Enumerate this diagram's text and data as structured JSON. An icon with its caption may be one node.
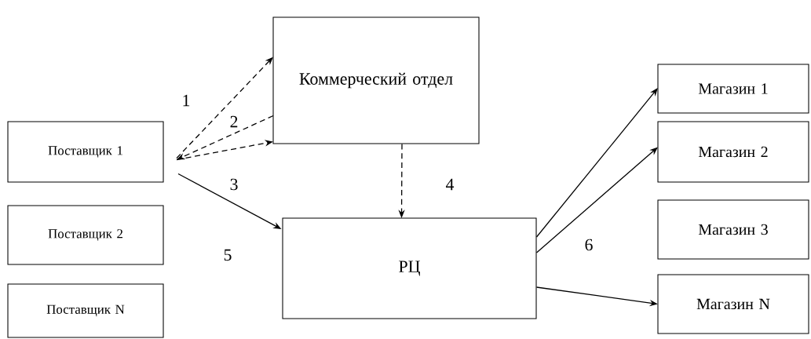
{
  "diagram": {
    "nodes": [
      {
        "text": [
          "Коммерческий отдел"
        ]
      },
      {
        "text": [
          "Поставщик 1"
        ]
      },
      {
        "text": [
          "Поставщик 2"
        ]
      },
      {
        "text": [
          "Поставщик N"
        ]
      },
      {
        "text": [
          "РЦ"
        ]
      },
      {
        "text": [
          "Магазин 1"
        ]
      },
      {
        "text": [
          "Магазин 2"
        ]
      },
      {
        "text": [
          "Магазин 3"
        ]
      },
      {
        "text": [
          "Магазин N"
        ]
      }
    ],
    "edges": [
      {
        "from": 1,
        "to": 0,
        "arrow": "to",
        "style": "dashed"
      },
      {
        "from": 0,
        "to": 1,
        "arrow": "to",
        "style": "dashed"
      },
      {
        "from": 1,
        "to": 0,
        "arrow": "to",
        "style": "dashed"
      },
      {
        "from": 0,
        "to": 4,
        "arrow": "to",
        "style": "dashed"
      },
      {
        "from": 1,
        "to": 4,
        "arrow": "to"
      },
      {
        "from": 4,
        "to": 5,
        "arrow": "to"
      },
      {
        "from": 4,
        "to": 6,
        "arrow": "to"
      },
      {
        "from": 4,
        "to": 8,
        "arrow": "to"
      }
    ],
    "labels": [
      "1",
      "2",
      "3",
      "4",
      "5",
      "6"
    ]
  }
}
